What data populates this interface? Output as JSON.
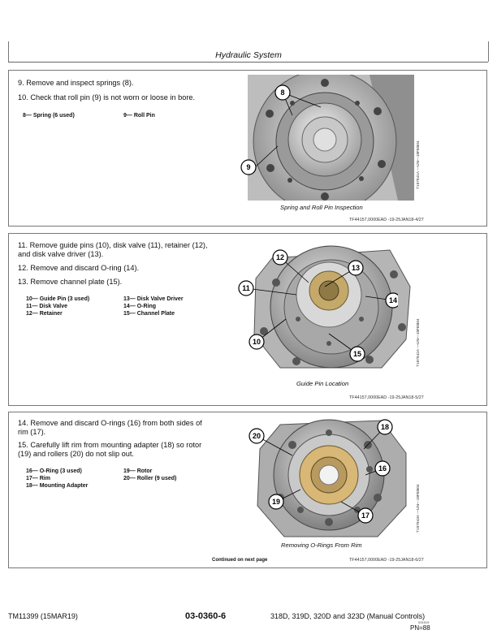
{
  "header": {
    "title": "Hydraulic System"
  },
  "sections": [
    {
      "steps": [
        "9.   Remove and inspect springs (8).",
        "10. Check that roll pin (9) is not worn or loose in bore."
      ],
      "legend_col1": [
        "8— Spring (6 used)"
      ],
      "legend_col2": [
        "9— Roll Pin"
      ],
      "callouts": [
        "8",
        "9"
      ],
      "caption": "Spring and Roll Pin Inspection",
      "vertical_id": "T197941A —UN—19FEB04",
      "ref": "TF44157,0000EAD  -19-25JAN18-4/27"
    },
    {
      "steps": [
        "11. Remove guide pins (10), disk valve (11), retainer (12),",
        "      and disk valve driver (13).",
        "12. Remove and discard O-ring (14).",
        "13. Remove channel plate (15)."
      ],
      "legend_col1": [
        "10— Guide Pin (3 used)",
        "11— Disk Valve",
        "12— Retainer"
      ],
      "legend_col2": [
        "13— Disk Valve Driver",
        "14— O-Ring",
        "15— Channel Plate"
      ],
      "callouts": [
        "12",
        "13",
        "11",
        "14",
        "10",
        "15"
      ],
      "caption": "Guide Pin Location",
      "vertical_id": "T197942A —UN—19FEB04",
      "ref": "TF44157,0000EAD  -19-25JAN18-5/27"
    },
    {
      "steps": [
        "14. Remove and discard O-rings (16) from both sides of",
        "      rim (17).",
        "15. Carefully lift rim from mounting adapter (18) so rotor",
        "      (19) and rollers (20) do not slip out."
      ],
      "legend_col1": [
        "16— O-Ring (3 used)",
        "17— Rim",
        "18— Mounting Adapter"
      ],
      "legend_col2": [
        "19— Rotor",
        "20— Roller (9 used)"
      ],
      "callouts": [
        "20",
        "18",
        "16",
        "19",
        "17"
      ],
      "caption": "Removing O-Rings From Rim",
      "vertical_id": "T197943A —UN—19FEB04",
      "continued": "Continued on next page",
      "ref": "TF44157,0000EAD  -19-25JAN18-6/27"
    }
  ],
  "footer": {
    "left": "TM11399 (15MAR19)",
    "center": "03-0360-6",
    "right": "318D, 319D, 320D and 323D (Manual Controls)",
    "tiny": "031519",
    "pn": "PN=88"
  }
}
